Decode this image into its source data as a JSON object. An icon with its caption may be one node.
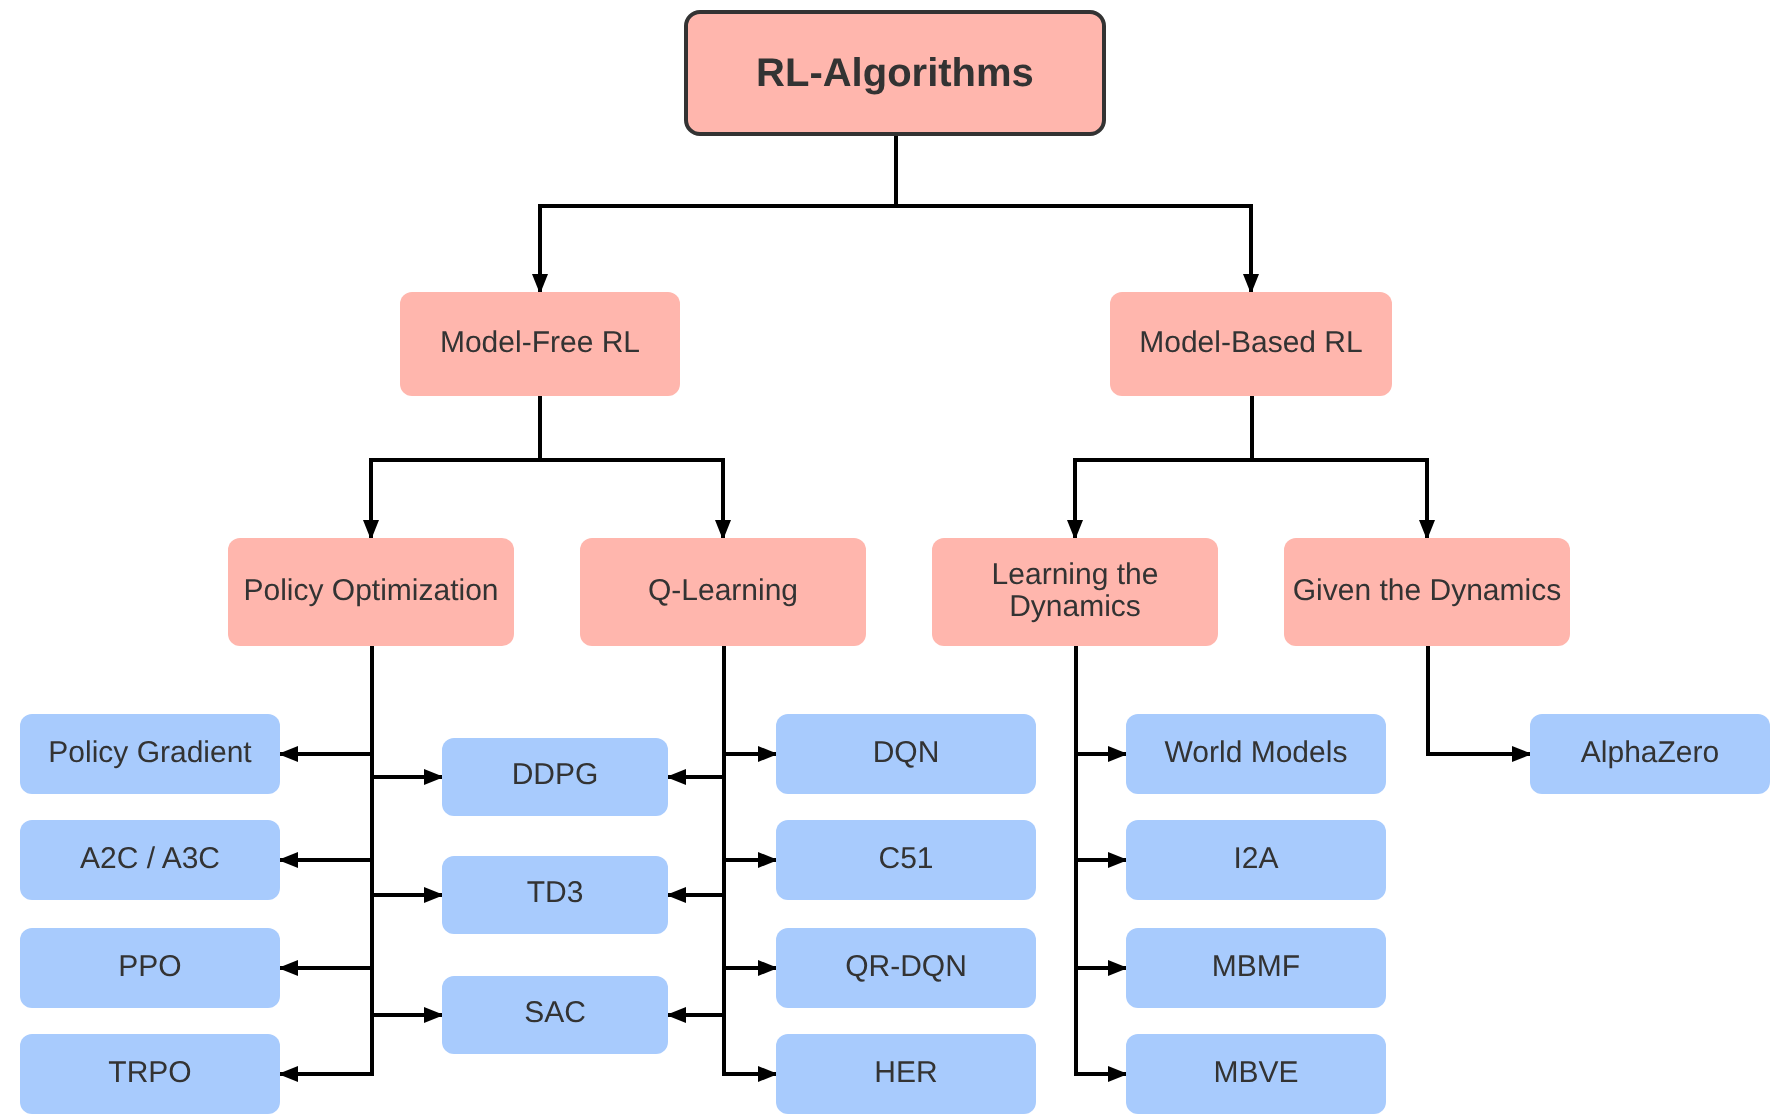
{
  "diagram": {
    "nodes": [
      {
        "text": [
          "RL-Algorithms"
        ]
      },
      {
        "text": [
          "Model-Free RL"
        ]
      },
      {
        "text": [
          "Model-Based RL"
        ]
      },
      {
        "text": [
          "Policy Optimization"
        ]
      },
      {
        "text": [
          "Q-Learning"
        ]
      },
      {
        "text": [
          "Learning the Dynamics"
        ]
      },
      {
        "text": [
          "Given the Dynamics"
        ]
      },
      {
        "text": [
          "Policy Gradient"
        ]
      },
      {
        "text": [
          "A2C /  A3C"
        ]
      },
      {
        "text": [
          "PPO"
        ]
      },
      {
        "text": [
          "TRPO"
        ]
      },
      {
        "text": [
          "DDPG"
        ]
      },
      {
        "text": [
          "TD3"
        ]
      },
      {
        "text": [
          "SAC"
        ]
      },
      {
        "text": [
          "DQN"
        ]
      },
      {
        "text": [
          "C51"
        ]
      },
      {
        "text": [
          "QR-DQN"
        ]
      },
      {
        "text": [
          "HER"
        ]
      },
      {
        "text": [
          "World Models"
        ]
      },
      {
        "text": [
          "I2A"
        ]
      },
      {
        "text": [
          "MBMF"
        ]
      },
      {
        "text": [
          "MBVE"
        ]
      },
      {
        "text": [
          "AlphaZero"
        ]
      }
    ],
    "edges": [
      {
        "from": 0,
        "to": 1,
        "arrow": "to"
      },
      {
        "from": 0,
        "to": 2,
        "arrow": "to"
      },
      {
        "from": 1,
        "to": 3,
        "arrow": "to"
      },
      {
        "from": 1,
        "to": 4,
        "arrow": "to"
      },
      {
        "from": 2,
        "to": 5,
        "arrow": "to"
      },
      {
        "from": 2,
        "to": 6,
        "arrow": "to"
      },
      {
        "from": 3,
        "to": 7,
        "arrow": "to"
      },
      {
        "from": 3,
        "to": 8,
        "arrow": "to"
      },
      {
        "from": 3,
        "to": 9,
        "arrow": "to"
      },
      {
        "from": 3,
        "to": 10,
        "arrow": "to"
      },
      {
        "from": 3,
        "to": 11,
        "arrow": "to"
      },
      {
        "from": 3,
        "to": 12,
        "arrow": "to"
      },
      {
        "from": 3,
        "to": 13,
        "arrow": "to"
      },
      {
        "from": 4,
        "to": 11,
        "arrow": "to"
      },
      {
        "from": 4,
        "to": 12,
        "arrow": "to"
      },
      {
        "from": 4,
        "to": 13,
        "arrow": "to"
      },
      {
        "from": 4,
        "to": 14,
        "arrow": "to"
      },
      {
        "from": 4,
        "to": 15,
        "arrow": "to"
      },
      {
        "from": 4,
        "to": 16,
        "arrow": "to"
      },
      {
        "from": 4,
        "to": 17,
        "arrow": "to"
      },
      {
        "from": 5,
        "to": 18,
        "arrow": "to"
      },
      {
        "from": 5,
        "to": 19,
        "arrow": "to"
      },
      {
        "from": 5,
        "to": 20,
        "arrow": "to"
      },
      {
        "from": 5,
        "to": 21,
        "arrow": "to"
      },
      {
        "from": 6,
        "to": 22,
        "arrow": "to"
      }
    ]
  }
}
